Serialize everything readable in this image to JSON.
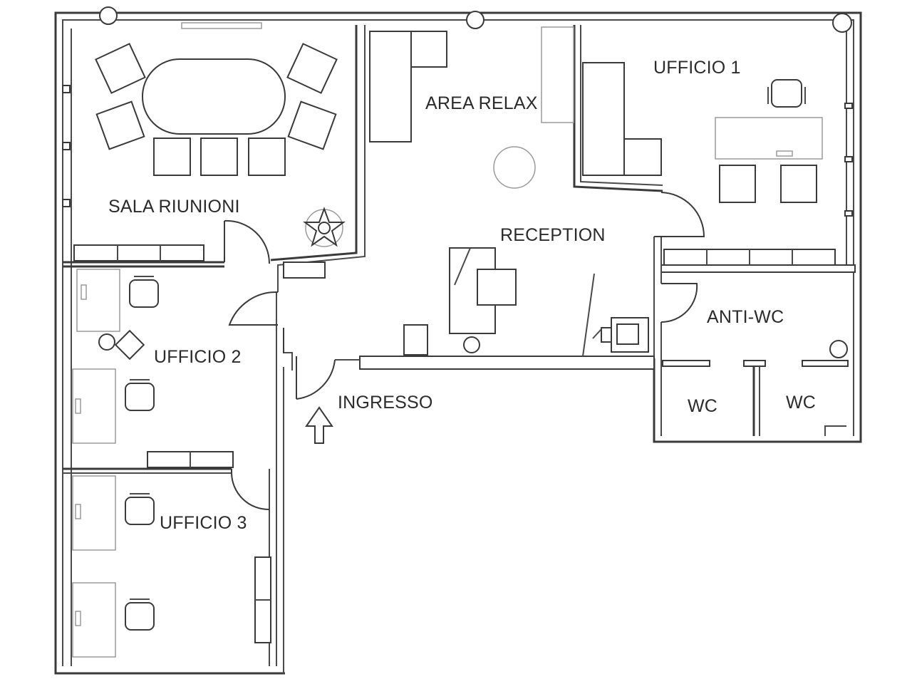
{
  "plan": {
    "rooms": {
      "sala_riunioni": "SALA RIUNIONI",
      "area_relax": "AREA RELAX",
      "ufficio_1": "UFFICIO 1",
      "reception": "RECEPTION",
      "anti_wc": "ANTI-WC",
      "wc_left": "WC",
      "wc_right": "WC",
      "ufficio_2": "UFFICIO 2",
      "ufficio_3": "UFFICIO 3",
      "ingresso": "INGRESSO"
    },
    "entrance_marker": "up-arrow-icon"
  }
}
